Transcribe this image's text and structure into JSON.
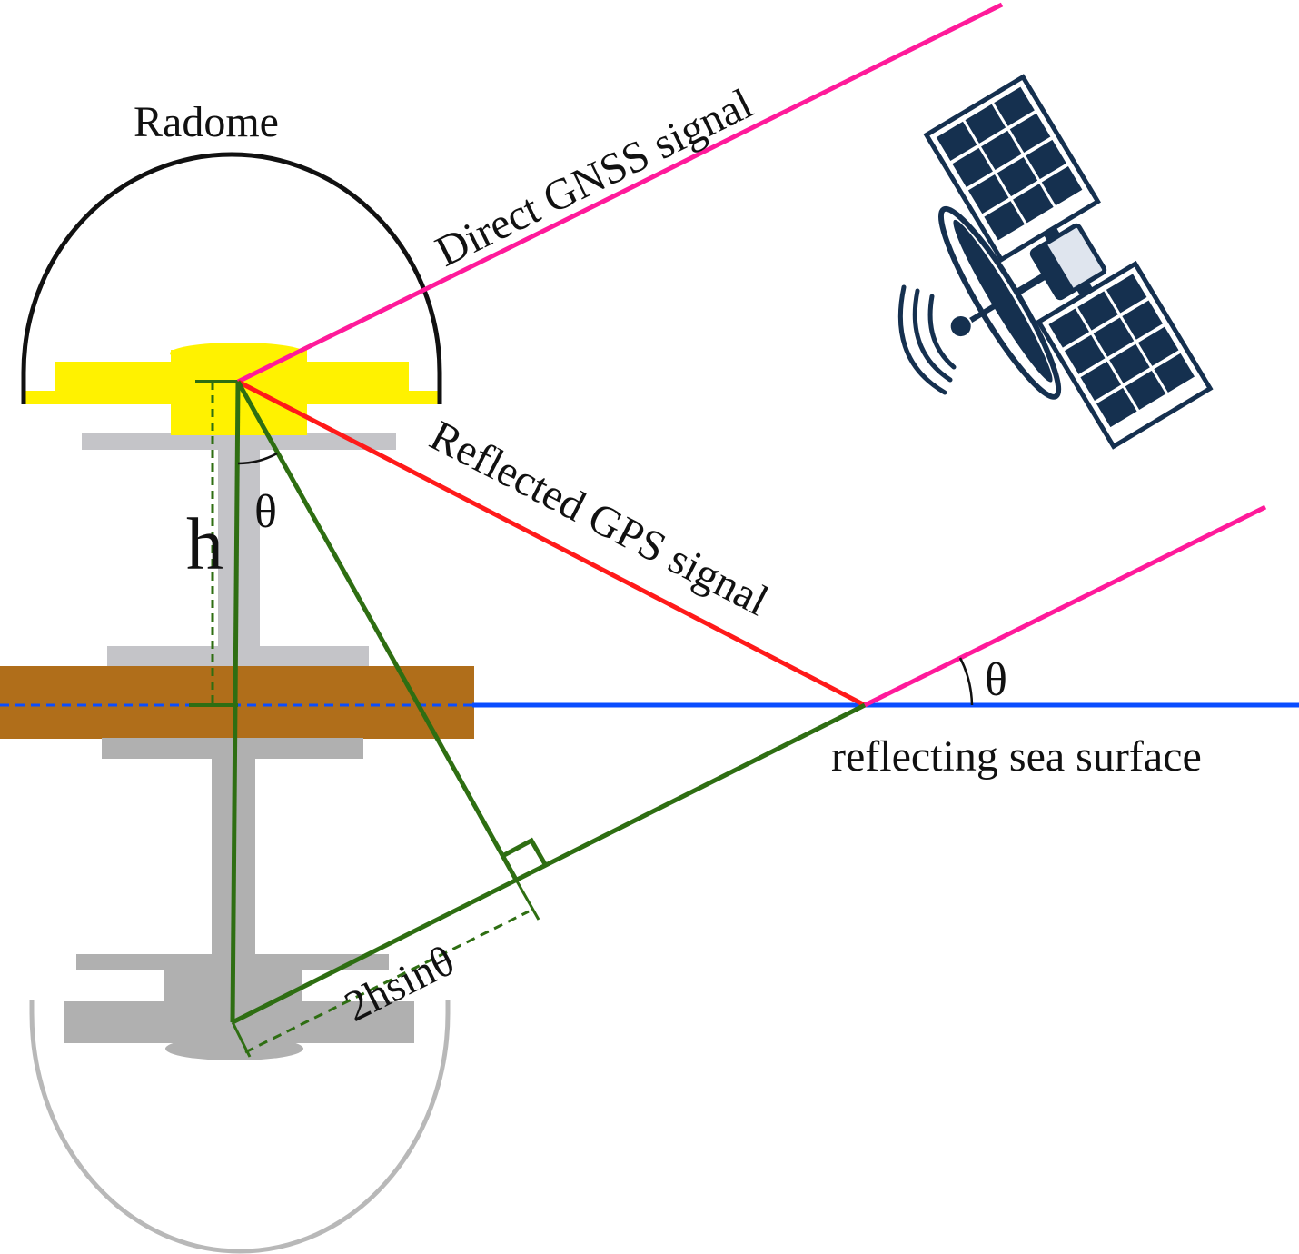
{
  "labels": {
    "radome": "Radome",
    "direct_signal": "Direct GNSS signal",
    "reflected_signal": "Reflected GPS signal",
    "sea_surface": "reflecting sea surface",
    "height": "h",
    "theta_antenna": "θ",
    "theta_surface": "θ",
    "path_difference": "2hsinθ"
  },
  "icons": {
    "satellite": "satellite-icon",
    "signal_waves": "signal-waves-icon"
  },
  "colors": {
    "direct_signal": "#ff1a9a",
    "reflected_signal": "#ff1a1a",
    "sea_surface": "#0a4dff",
    "geometry": "#2e6e12",
    "antenna": "#fff200",
    "platform": "#b06e1a",
    "mast": "#c4c4c8",
    "mirror_image": "#b0b0b0",
    "satellite": "#15304f"
  }
}
